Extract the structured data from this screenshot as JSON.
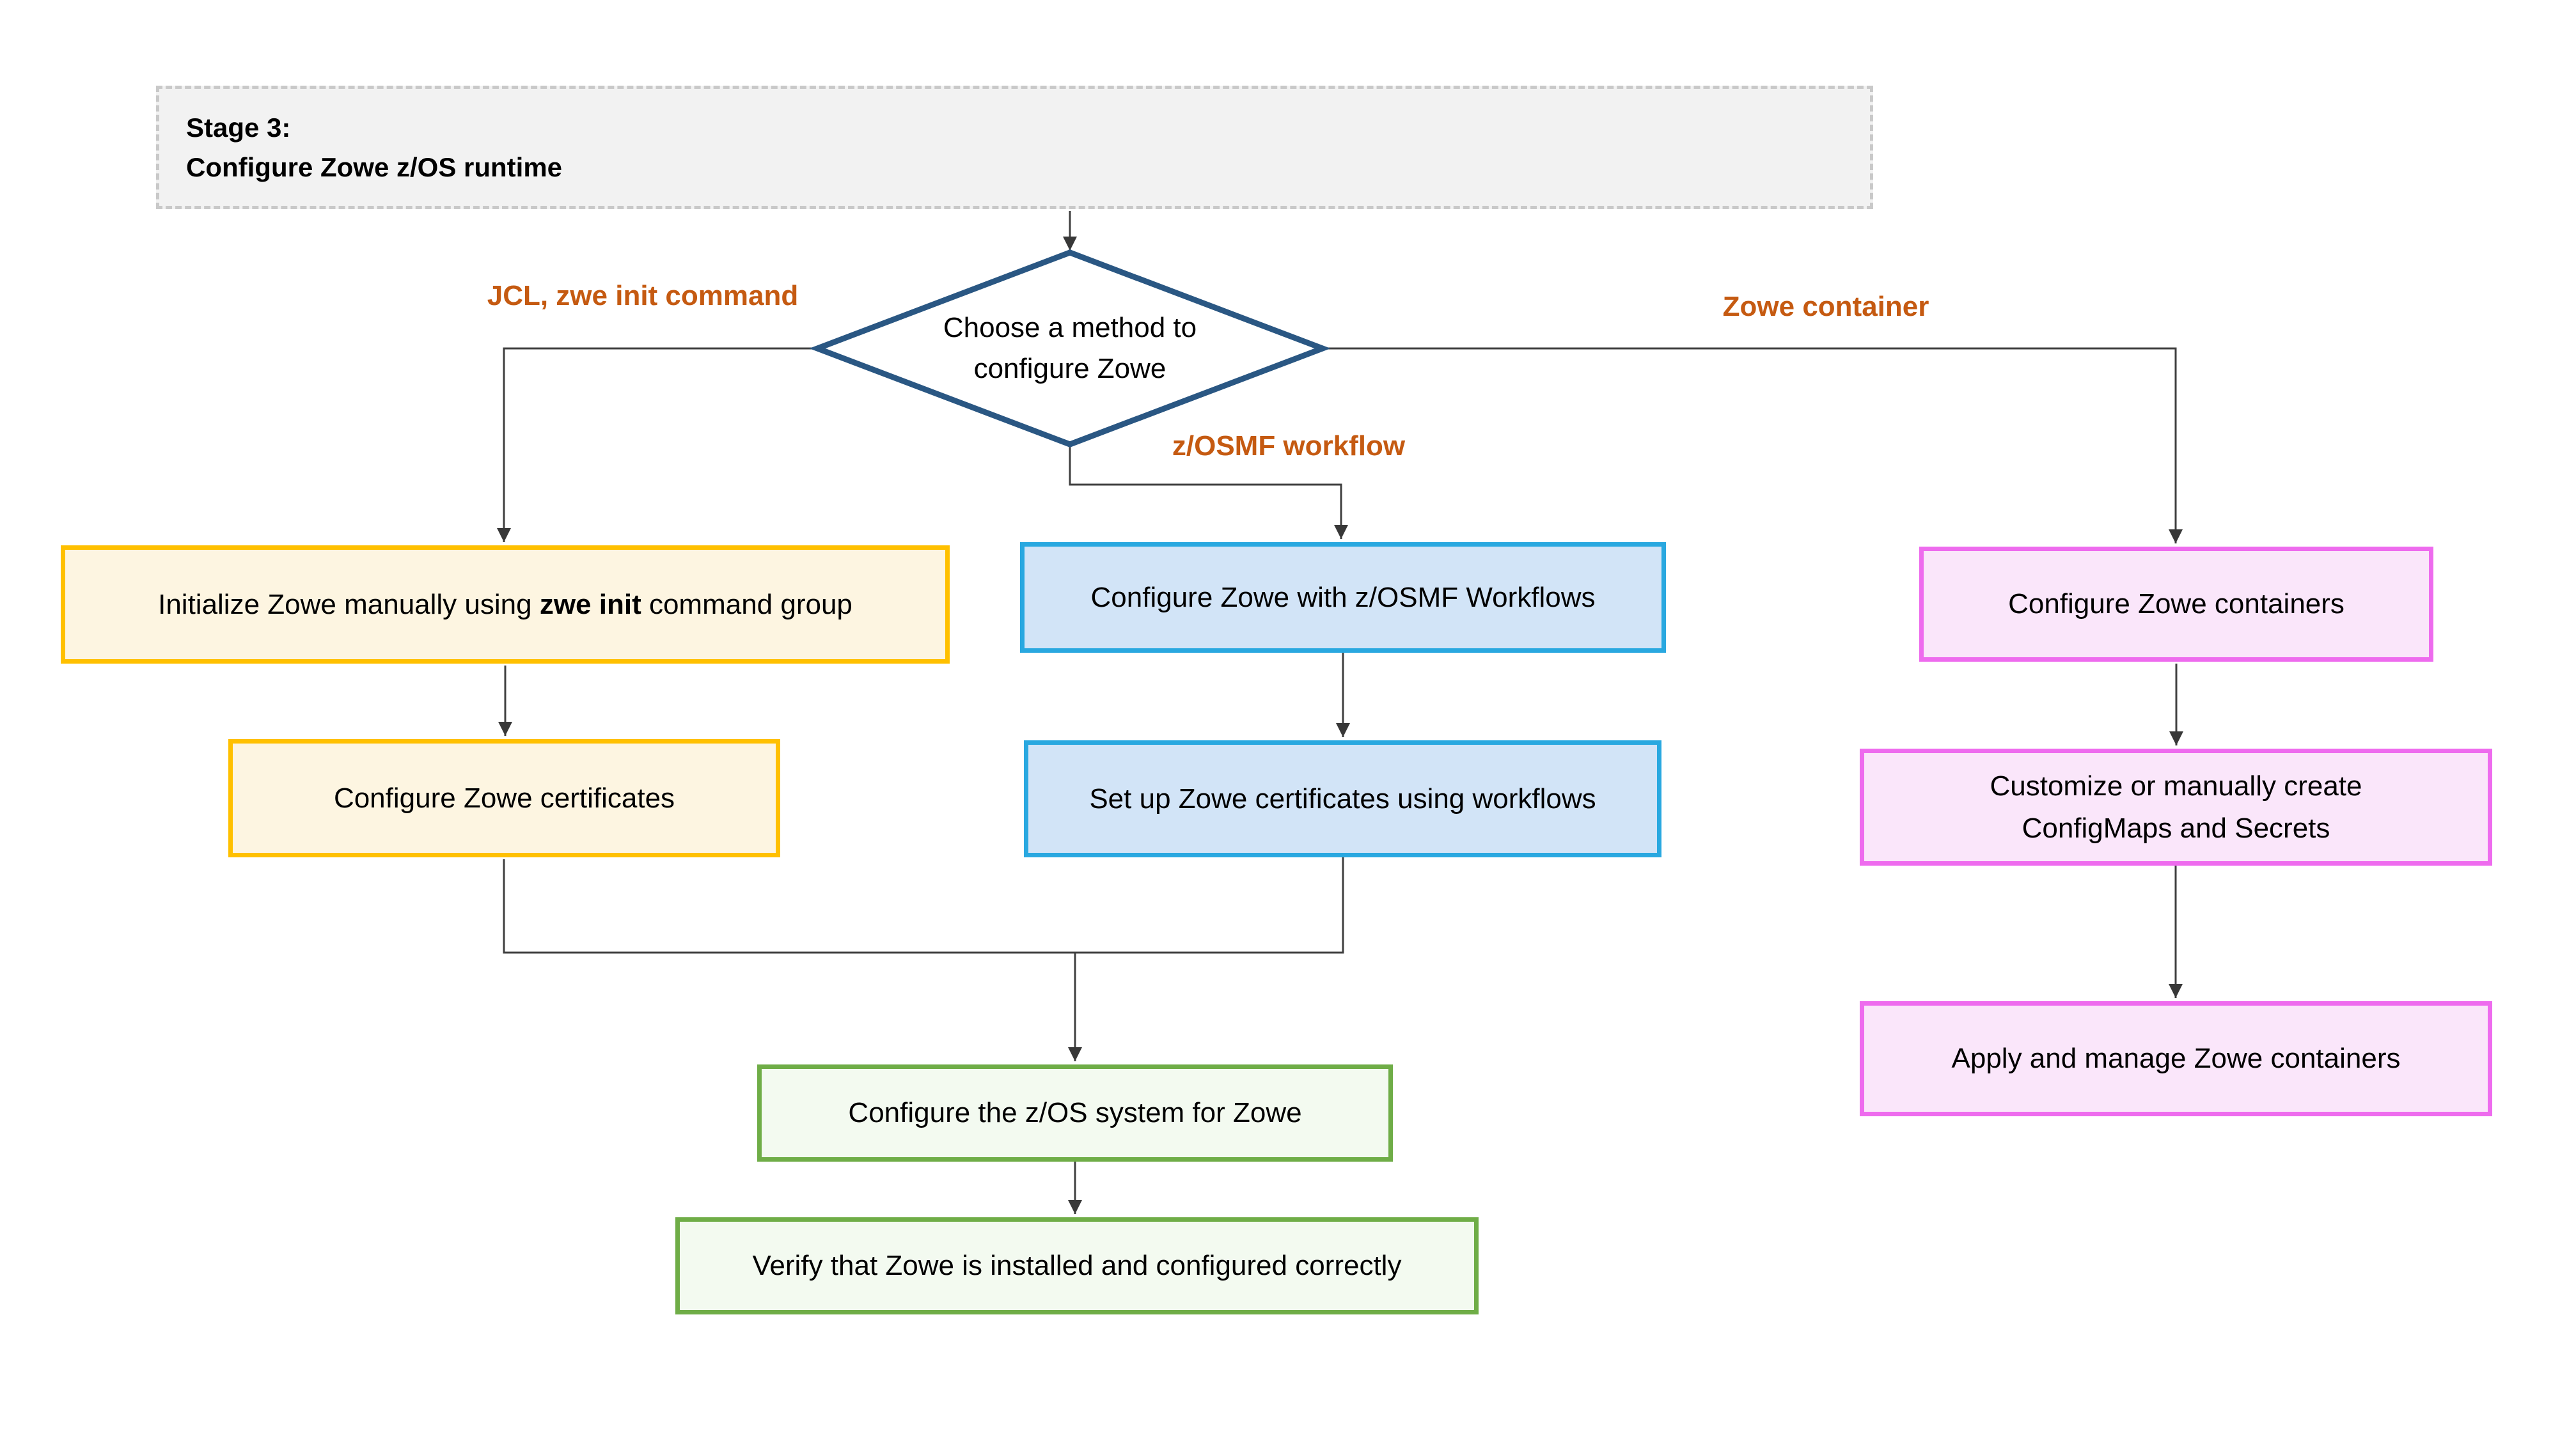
{
  "title": {
    "line1": "Stage 3:",
    "line2": "Configure Zowe z/OS runtime"
  },
  "decision": {
    "line1": "Choose a method to",
    "line2": "configure Zowe"
  },
  "branch_labels": {
    "left": "JCL, zwe init command",
    "middle": "z/OSMF workflow",
    "right": "Zowe container"
  },
  "nodes": {
    "init_zowe": {
      "prefix": "Initialize Zowe manually using ",
      "bold": "zwe init",
      "suffix": " command group"
    },
    "config_certs": "Configure Zowe certificates",
    "config_zosmf": "Configure Zowe with z/OSMF Workflows",
    "setup_certs_workflows": "Set up Zowe certificates using workflows",
    "config_containers": "Configure Zowe containers",
    "customize_configmaps": {
      "line1": "Customize or manually create",
      "line2": "ConfigMaps and Secrets"
    },
    "apply_containers": "Apply and manage Zowe containers",
    "config_zos": "Configure the z/OS system for Zowe",
    "verify": "Verify that Zowe is installed and configured correctly"
  },
  "colors": {
    "orange_label": "#C55A11",
    "diamond_stroke": "#2A5783",
    "yellow_border": "#FFC000",
    "yellow_fill": "#FDF5E1",
    "blue_border": "#29A8E0",
    "blue_fill": "#D2E4F7",
    "pink_border": "#EE6BEE",
    "pink_fill": "#FAE6FA",
    "green_border": "#6FAD47",
    "green_fill": "#F3FAF0",
    "title_fill": "#F2F2F2",
    "title_border": "#C9C9C9",
    "line": "#3F3F3F"
  }
}
